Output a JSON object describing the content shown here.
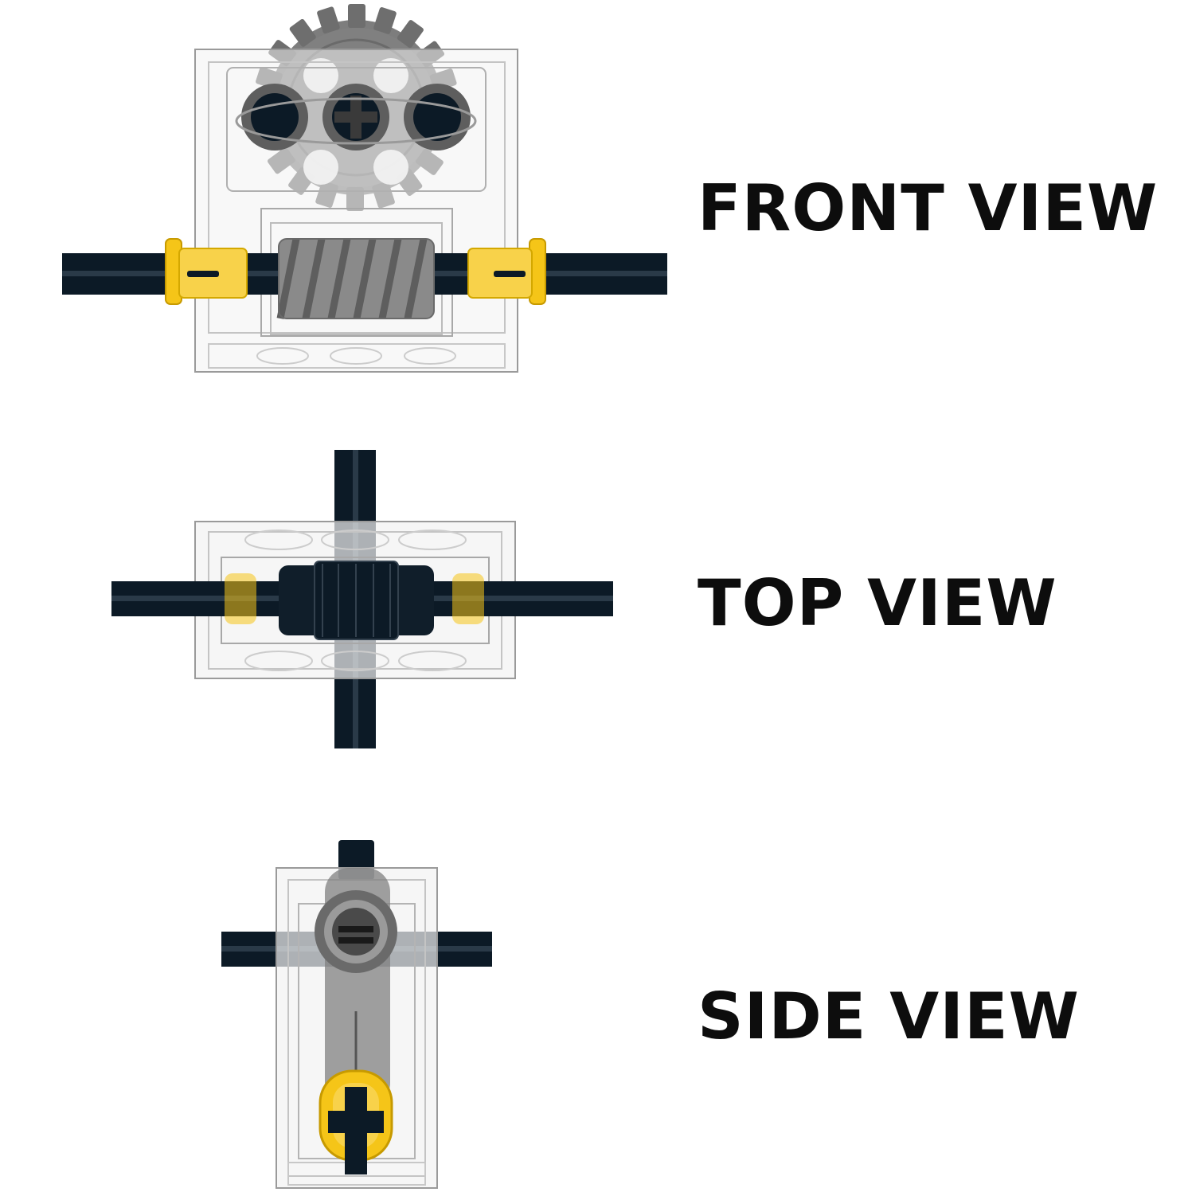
{
  "views": [
    {
      "id": "front",
      "label": "FRONT VIEW"
    },
    {
      "id": "top",
      "label": "TOP VIEW"
    },
    {
      "id": "side",
      "label": "SIDE VIEW"
    }
  ],
  "colors": {
    "axle": "#0c1a26",
    "housing_stroke": "#9a9a9a",
    "housing_fill": "#f3f3f3",
    "gear": "#7a7a7a",
    "gear_dark": "#5a5a5a",
    "bushing": "#f5c518",
    "text": "#0d0d0d"
  }
}
